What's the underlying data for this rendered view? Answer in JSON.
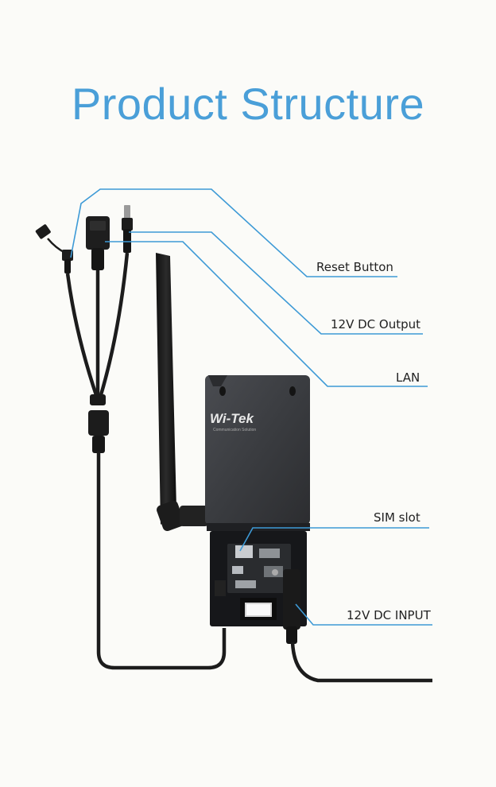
{
  "title": "Product Structure",
  "brand": {
    "name": "Wi-Tek",
    "tagline": "Communication Solution"
  },
  "callouts": [
    {
      "id": "reset",
      "label": "Reset Button"
    },
    {
      "id": "dc-output",
      "label": "12V DC Output"
    },
    {
      "id": "lan",
      "label": "LAN"
    },
    {
      "id": "sim",
      "label": "SIM slot"
    },
    {
      "id": "dc-input",
      "label": "12V DC INPUT"
    }
  ],
  "colors": {
    "title": "#4a9fd8",
    "leader_line": "#3d9ad6",
    "device_body": "#3a3c40",
    "cable": "#1c1c1c",
    "background": "#fbfbf8"
  }
}
